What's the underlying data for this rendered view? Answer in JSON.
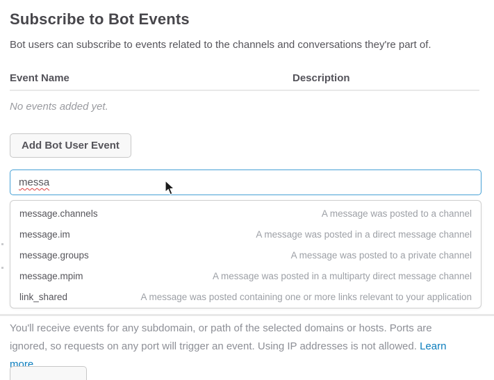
{
  "page": {
    "title": "Subscribe to Bot Events",
    "subtitle": "Bot users can subscribe to events related to the channels and conversations they're part of."
  },
  "table": {
    "columns": [
      "Event Name",
      "Description"
    ],
    "empty_message": "No events added yet."
  },
  "actions": {
    "add_button_label": "Add Bot User Event"
  },
  "event_search": {
    "value": "messa",
    "placeholder": ""
  },
  "dropdown": {
    "items": [
      {
        "name": "message.channels",
        "description": "A message was posted to a channel"
      },
      {
        "name": "message.im",
        "description": "A message was posted in a direct message channel"
      },
      {
        "name": "message.groups",
        "description": "A message was posted to a private channel"
      },
      {
        "name": "message.mpim",
        "description": "A message was posted in a multiparty direct message channel"
      },
      {
        "name": "link_shared",
        "description": "A message was posted containing one or more links relevant to your application"
      }
    ]
  },
  "footer": {
    "note": "You'll receive events for any subdomain, or path of the selected domains or hosts. Ports are ignored, so requests on any port will trigger an event. Using IP addresses is not allowed.",
    "link_label": "Learn more."
  },
  "colors": {
    "accent_blue": "#45a0d5",
    "link_blue": "#0b7dbd",
    "heading_gray": "#47464b",
    "body_gray": "#55545a",
    "muted_gray": "#9da0a6",
    "divider_gray": "#e8e8e8",
    "spellcheck_red": "#e03c3c"
  }
}
